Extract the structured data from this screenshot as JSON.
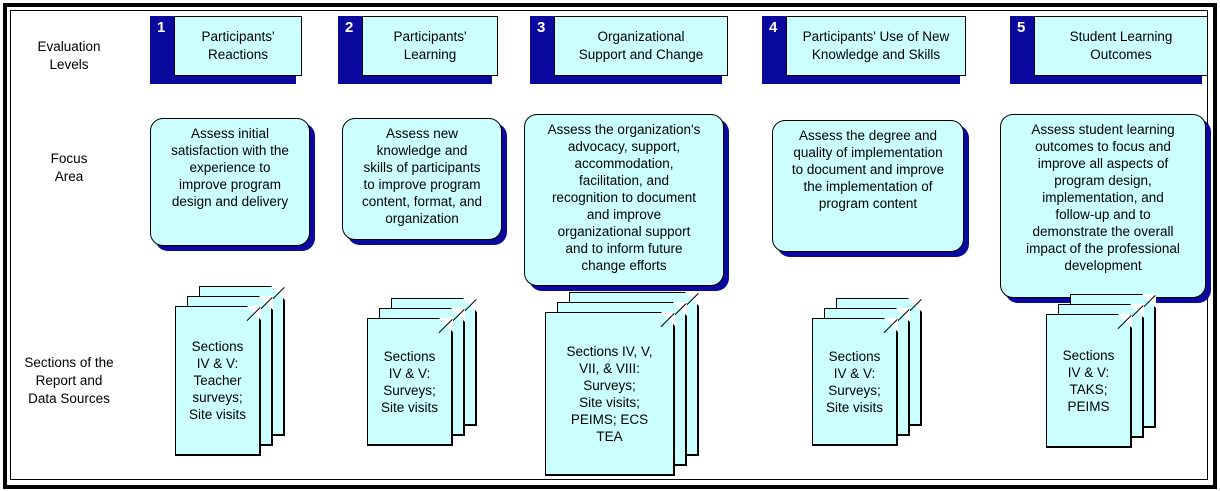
{
  "row_labels": {
    "levels": "Evaluation\nLevels",
    "focus": "Focus\nArea",
    "sections": "Sections of the\nReport and\nData Sources"
  },
  "colors": {
    "box_fill": "#ccffff",
    "shadow": "#0a0a9e",
    "number": "#ffffff"
  },
  "columns": [
    {
      "number": "1",
      "level": "Participants'\nReactions",
      "focus": "Assess initial\nsatisfaction with the\nexperience to\nimprove program\ndesign and delivery",
      "sources": "Sections\nIV & V:\nTeacher\nsurveys;\nSite visits"
    },
    {
      "number": "2",
      "level": "Participants'\nLearning",
      "focus": "Assess new\nknowledge and\nskills of participants\nto improve program\ncontent, format, and\norganization",
      "sources": "Sections\nIV & V:\nSurveys;\nSite visits"
    },
    {
      "number": "3",
      "level": "Organizational\nSupport and Change",
      "focus": "Assess the organization's\nadvocacy, support,\naccommodation,\nfacilitation, and\nrecognition to document\nand improve\norganizational support\nand to inform future\nchange efforts",
      "sources": "Sections IV, V,\nVII, & VIII:\nSurveys;\nSite visits;\nPEIMS; ECS\nTEA"
    },
    {
      "number": "4",
      "level": "Participants' Use of New\nKnowledge and Skills",
      "focus": "Assess the degree and\nquality of implementation\nto document and improve\nthe implementation of\nprogram content",
      "sources": "Sections\nIV & V:\nSurveys;\nSite visits"
    },
    {
      "number": "5",
      "level": "Student Learning\nOutcomes",
      "focus": "Assess student learning\noutcomes to focus and\nimprove all aspects of\nprogram design,\nimplementation, and\nfollow-up and to\ndemonstrate the overall\nimpact of the professional\ndevelopment",
      "sources": "Sections\nIV & V:\nTAKS;\nPEIMS"
    }
  ]
}
